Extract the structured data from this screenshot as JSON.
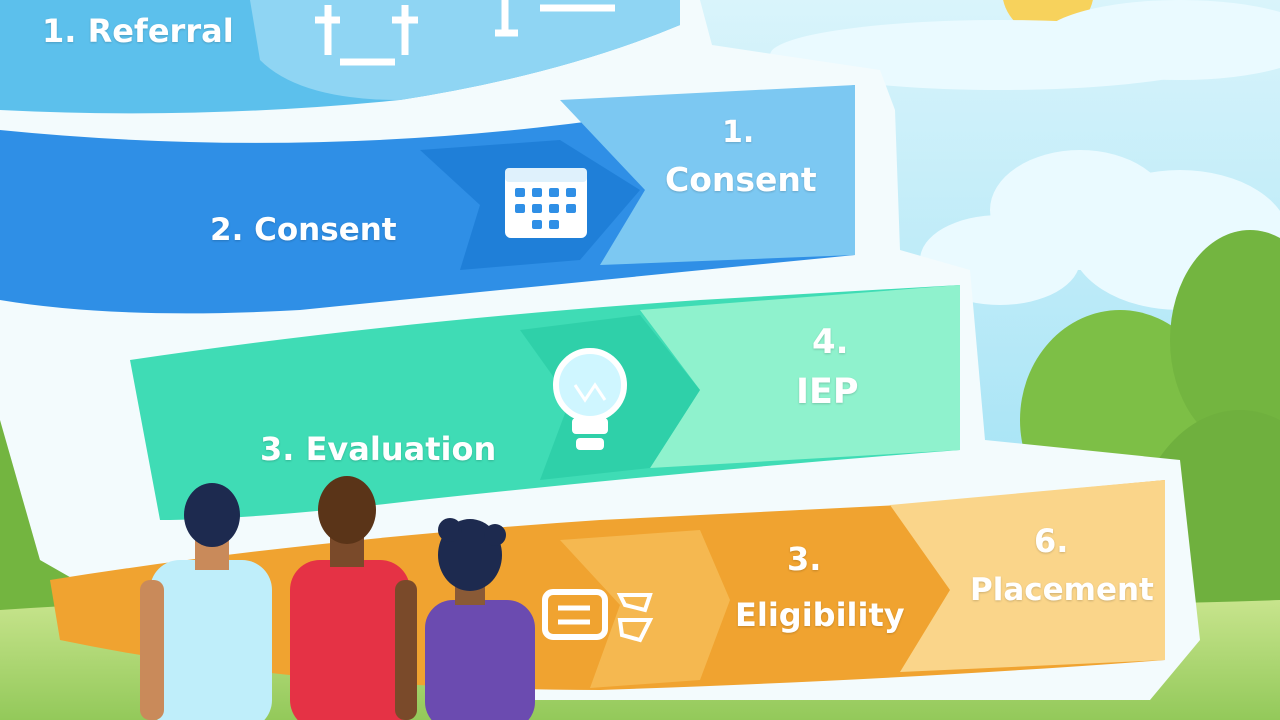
{
  "steps": {
    "referral": "1. Referral",
    "consent": "2. Consent",
    "consent_alt_number": "1.",
    "consent_alt_title": "Consent",
    "evaluation": "3. Evaluation",
    "iep_number": "4.",
    "iep_title": "IEP",
    "eligibility_number": "3.",
    "eligibility_title": "Eligibility",
    "placement_number": "6.",
    "placement_title": "Placement"
  },
  "colors": {
    "sky": "#a8e6f8",
    "band_referral": "#5cc0ec",
    "band_consent": "#2f8fe6",
    "band_consent_light": "#6ec2f0",
    "band_evaluation": "#3fdcb5",
    "band_iep": "#7ff0c8",
    "band_eligibility": "#f0a330",
    "band_placement": "#f8cf7c",
    "shirt_left": "#bfeefa",
    "shirt_middle": "#e53245",
    "shirt_right": "#6b4bb0",
    "grass": "#a4d86a",
    "bush": "#7fc24a"
  },
  "icons": [
    "calendar-icon",
    "lightbulb-icon",
    "chat-icon",
    "signpost-icon"
  ]
}
